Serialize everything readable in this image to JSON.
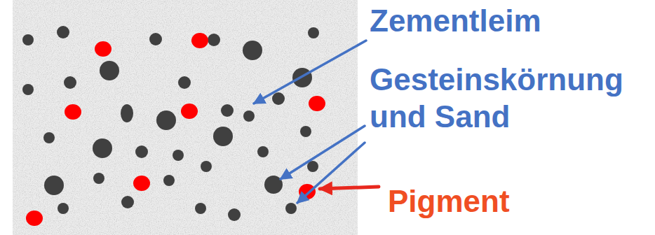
{
  "diagram": {
    "labels": [
      "Zementleim",
      "Gesteinskörnung und Sand",
      "Pigment"
    ]
  }
}
